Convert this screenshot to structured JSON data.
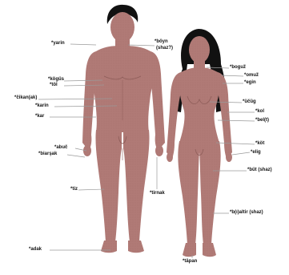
{
  "figures": {
    "male": "male-figure",
    "female": "female-figure"
  },
  "colors": {
    "skin": "#b07a76",
    "skin_dark": "#8f5e5a",
    "hair": "#111111",
    "leader_line": "#9a9a9a",
    "label_text": "#111111",
    "background": "#ffffff"
  },
  "labels": {
    "yarin": "*yarin",
    "boyn": "*böyn",
    "boyn_note": "(shaz?)",
    "kogus": "*kögüs",
    "tol": "*töl",
    "cikan": "*čikan(ak)",
    "karin": "*karin",
    "kar": "*kar",
    "abuc": "*abuč",
    "biarsak": "*biarşak",
    "tiz": "*tiz",
    "tirnak": "*tirnak",
    "adak": "*adak",
    "bogus": "*boguž",
    "omuz": "*omuž",
    "egin": "*egin",
    "ucig": "*üčüg",
    "kol": "*kol",
    "bel": "*bel(t)",
    "kot": "*köt",
    "elig": "*elig",
    "but": "*büt (shaz)",
    "baltir": "*b(ı)altir (shaz)",
    "tapan": "*täpan"
  }
}
